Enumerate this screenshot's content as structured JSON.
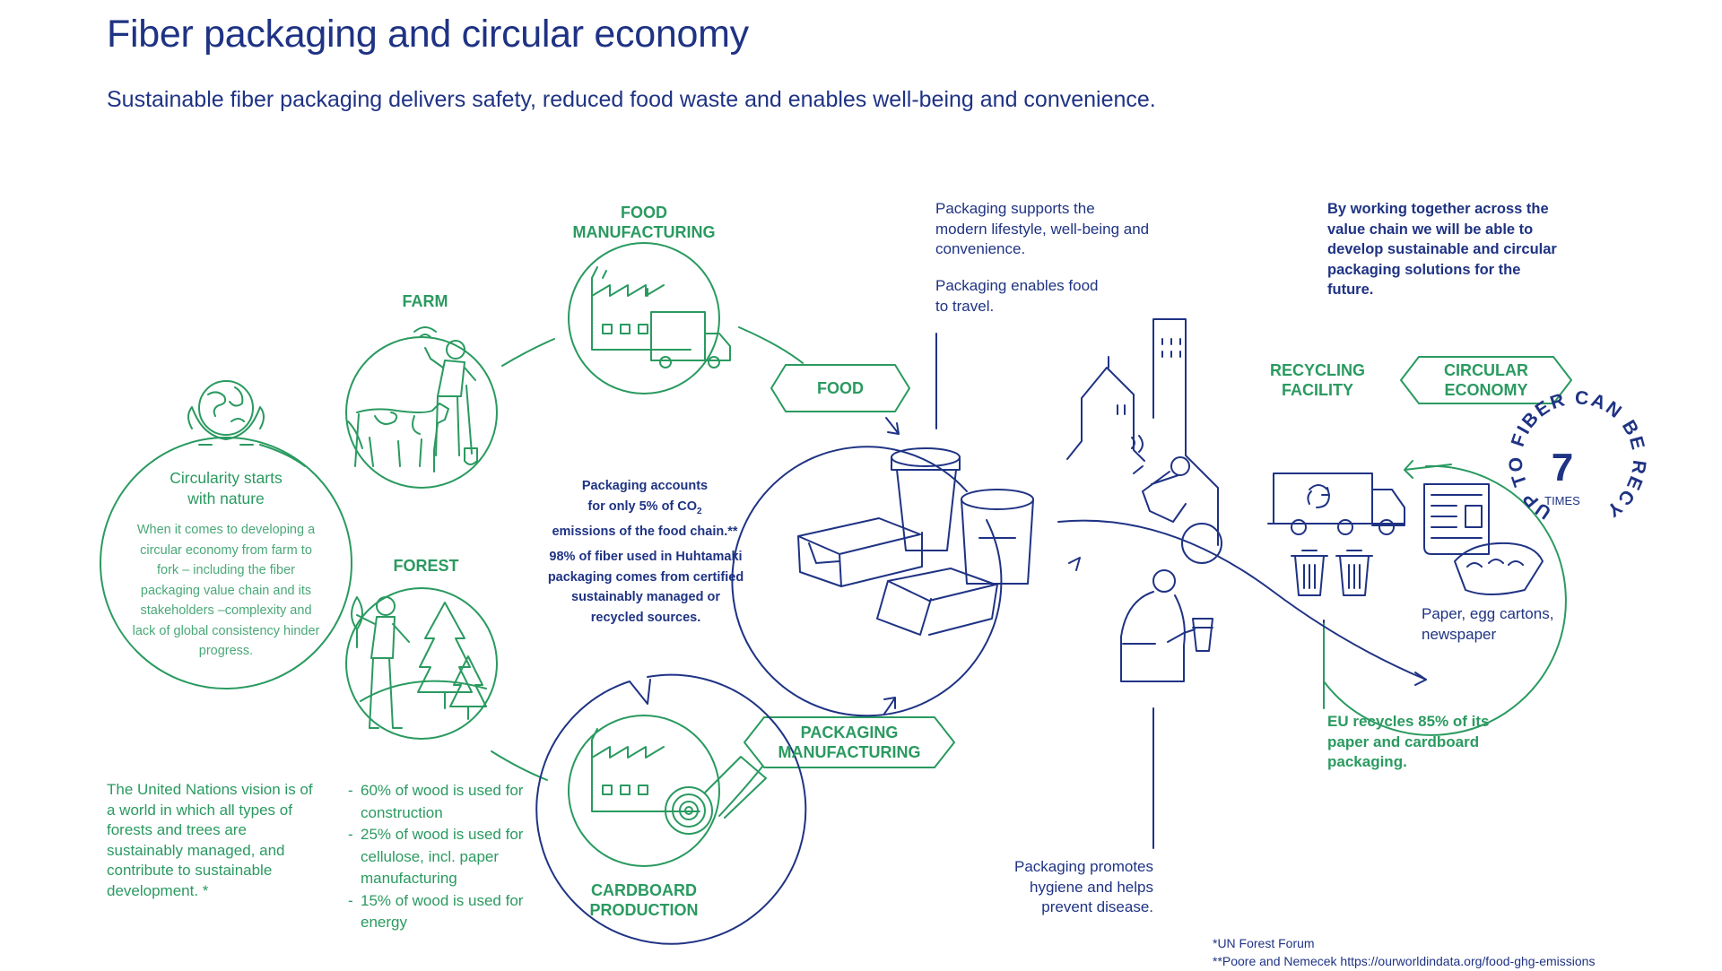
{
  "header": {
    "title": "Fiber packaging and circular economy",
    "subtitle": "Sustainable fiber packaging delivers safety, reduced food waste and enables well-being and convenience."
  },
  "stages": {
    "farm": "FARM",
    "food_manufacturing": "FOOD\nMANUFACTURING",
    "forest": "FOREST",
    "cardboard_production": "CARDBOARD\nPRODUCTION",
    "recycling_facility": "RECYCLING\nFACILITY"
  },
  "tags": {
    "food": "FOOD",
    "packaging_manufacturing": "PACKAGING\nMANUFACTURING",
    "circular_economy": "CIRCULAR\nECONOMY"
  },
  "nature": {
    "heading": "Circularity starts\nwith nature",
    "body": "When it comes to developing a circular economy from farm to fork – including the fiber packaging value chain and its stakeholders –complexity and lack of global consistency hinder progress."
  },
  "co2": {
    "line1": "Packaging accounts",
    "line2_pre": "for only 5% of CO",
    "line2_sub": "2",
    "line3": "emissions of the food chain.**",
    "fiber": "98% of fiber used in Huhtamaki packaging comes from certified sustainably managed or recycled sources."
  },
  "lifestyle": {
    "p1": "Packaging supports the modern lifestyle, well-being and convenience.",
    "p2": "Packaging enables food to travel."
  },
  "together": "By working together across the value chain we will be able to develop sustainable and circular packaging solutions for the future.",
  "recycle_badge": {
    "arc_text": "UP TO FIBER CAN BE RECYCLED",
    "number": "7",
    "unit": "TIMES"
  },
  "recycled_items": "Paper, egg cartons, newspaper",
  "eu": "EU recycles 85% of its paper and cardboard packaging.",
  "hygiene": "Packaging promotes hygiene and helps prevent disease.",
  "un_vision": "The United Nations vision is of a world in which all types of forests and trees are sustainably managed, and contribute to sustainable development. *",
  "wood_uses": [
    "60% of wood is used for construction",
    "25% of wood is used for cellulose, incl. paper manufacturing",
    "15% of wood is used for energy"
  ],
  "footnotes": {
    "f1": "*UN Forest Forum",
    "f2": "**Poore and Nemecek https://ourworldindata.org/food-ghg-emissions"
  },
  "colors": {
    "navy": "#1f3384",
    "green": "#2a9a60"
  },
  "icons": [
    "globe-hands-icon",
    "farmer-cow-icon",
    "factory-truck-icon",
    "forest-person-icon",
    "factory-roll-icon",
    "packaging-icon",
    "city-cyclist-icon",
    "person-drink-icon",
    "recycling-truck-icon",
    "trash-bin-icon",
    "newspaper-icon",
    "egg-carton-icon"
  ]
}
